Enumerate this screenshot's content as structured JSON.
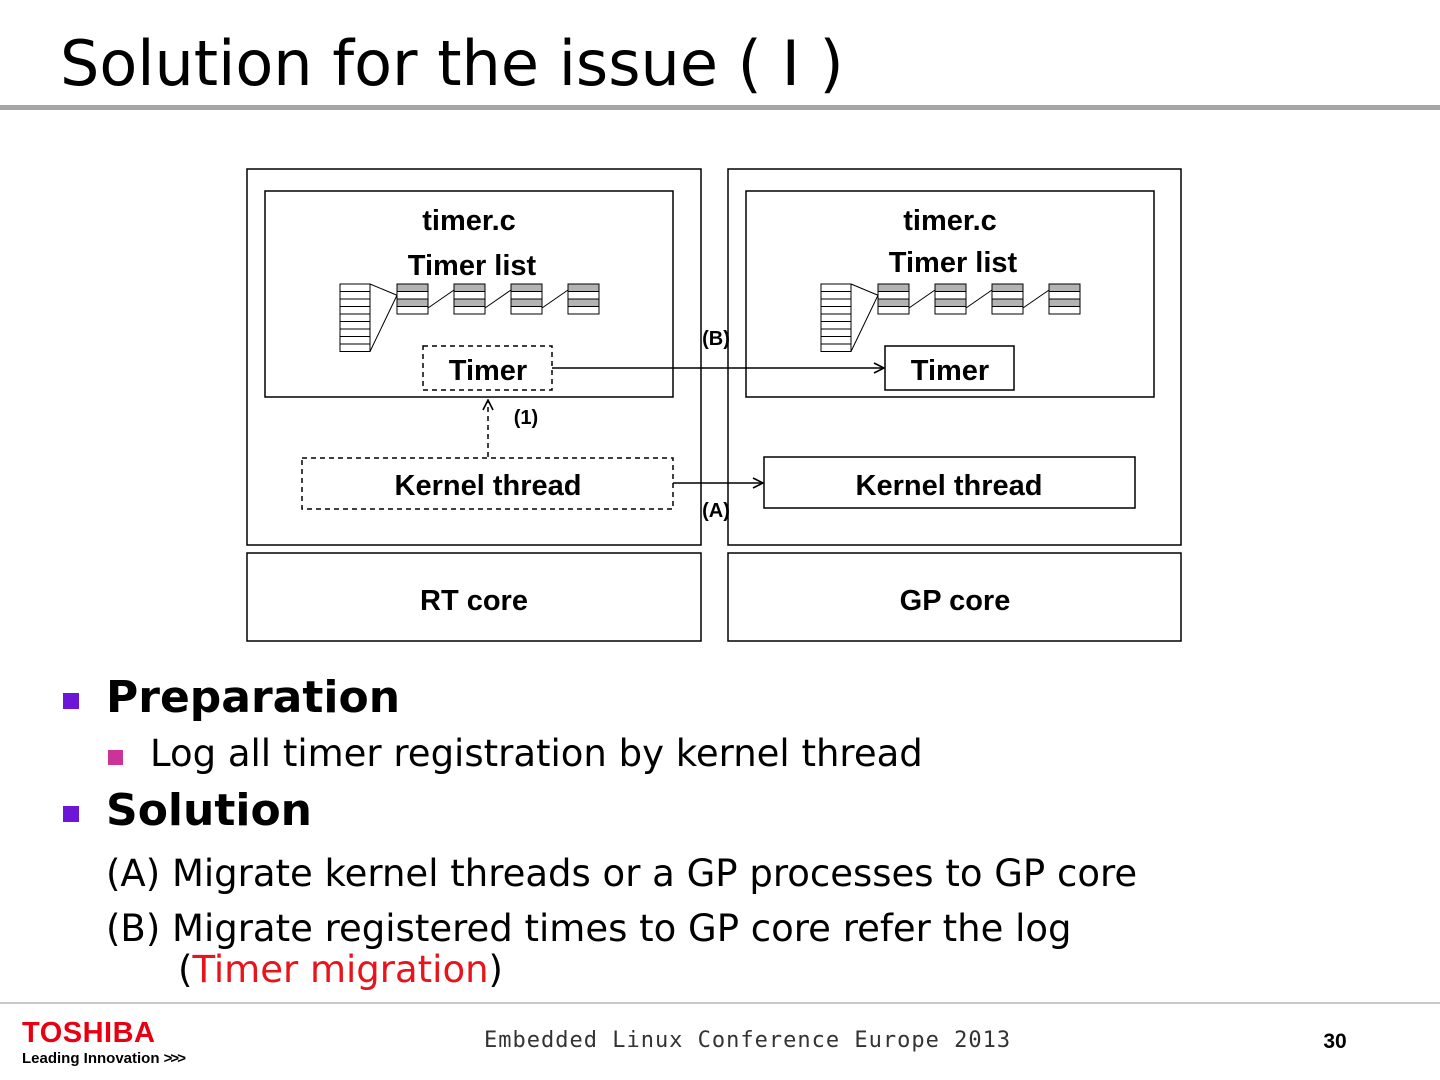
{
  "slide": {
    "title": "Solution for the issue ( I )",
    "page_number": "30",
    "footer_text": "Embedded Linux Conference Europe 2013"
  },
  "logo": {
    "name": "TOSHIBA",
    "tagline": "Leading Innovation",
    "tagline_chevrons": ">>>"
  },
  "diagram": {
    "left_core": {
      "file_label": "timer.c",
      "list_label": "Timer list",
      "timer_label": "Timer",
      "kernel_thread_label": "Kernel thread",
      "core_label": "RT core"
    },
    "right_core": {
      "file_label": "timer.c",
      "list_label": "Timer list",
      "timer_label": "Timer",
      "kernel_thread_label": "Kernel thread",
      "core_label": "GP core"
    },
    "arrow_labels": {
      "registration": "(1)",
      "migrate_timer": "(B)",
      "migrate_thread": "(A)"
    },
    "colors": {
      "list_cell_fill": "#b3b3b3",
      "stroke": "#000000"
    }
  },
  "bullets": {
    "preparation": {
      "heading": "Preparation",
      "items": [
        "Log all timer registration by kernel thread"
      ]
    },
    "solution": {
      "heading": "Solution",
      "line_a": "(A) Migrate kernel threads or a GP processes to GP core",
      "line_b": "(B) Migrate registered times to GP core refer the log",
      "line_b_cont_open": "(",
      "line_b_cont_highlight": "Timer migration",
      "line_b_cont_close": ")"
    },
    "colors": {
      "level1_bullet": "#6e16d8",
      "level2_bullet": "#cc3399",
      "highlight": "#e8141b"
    }
  }
}
